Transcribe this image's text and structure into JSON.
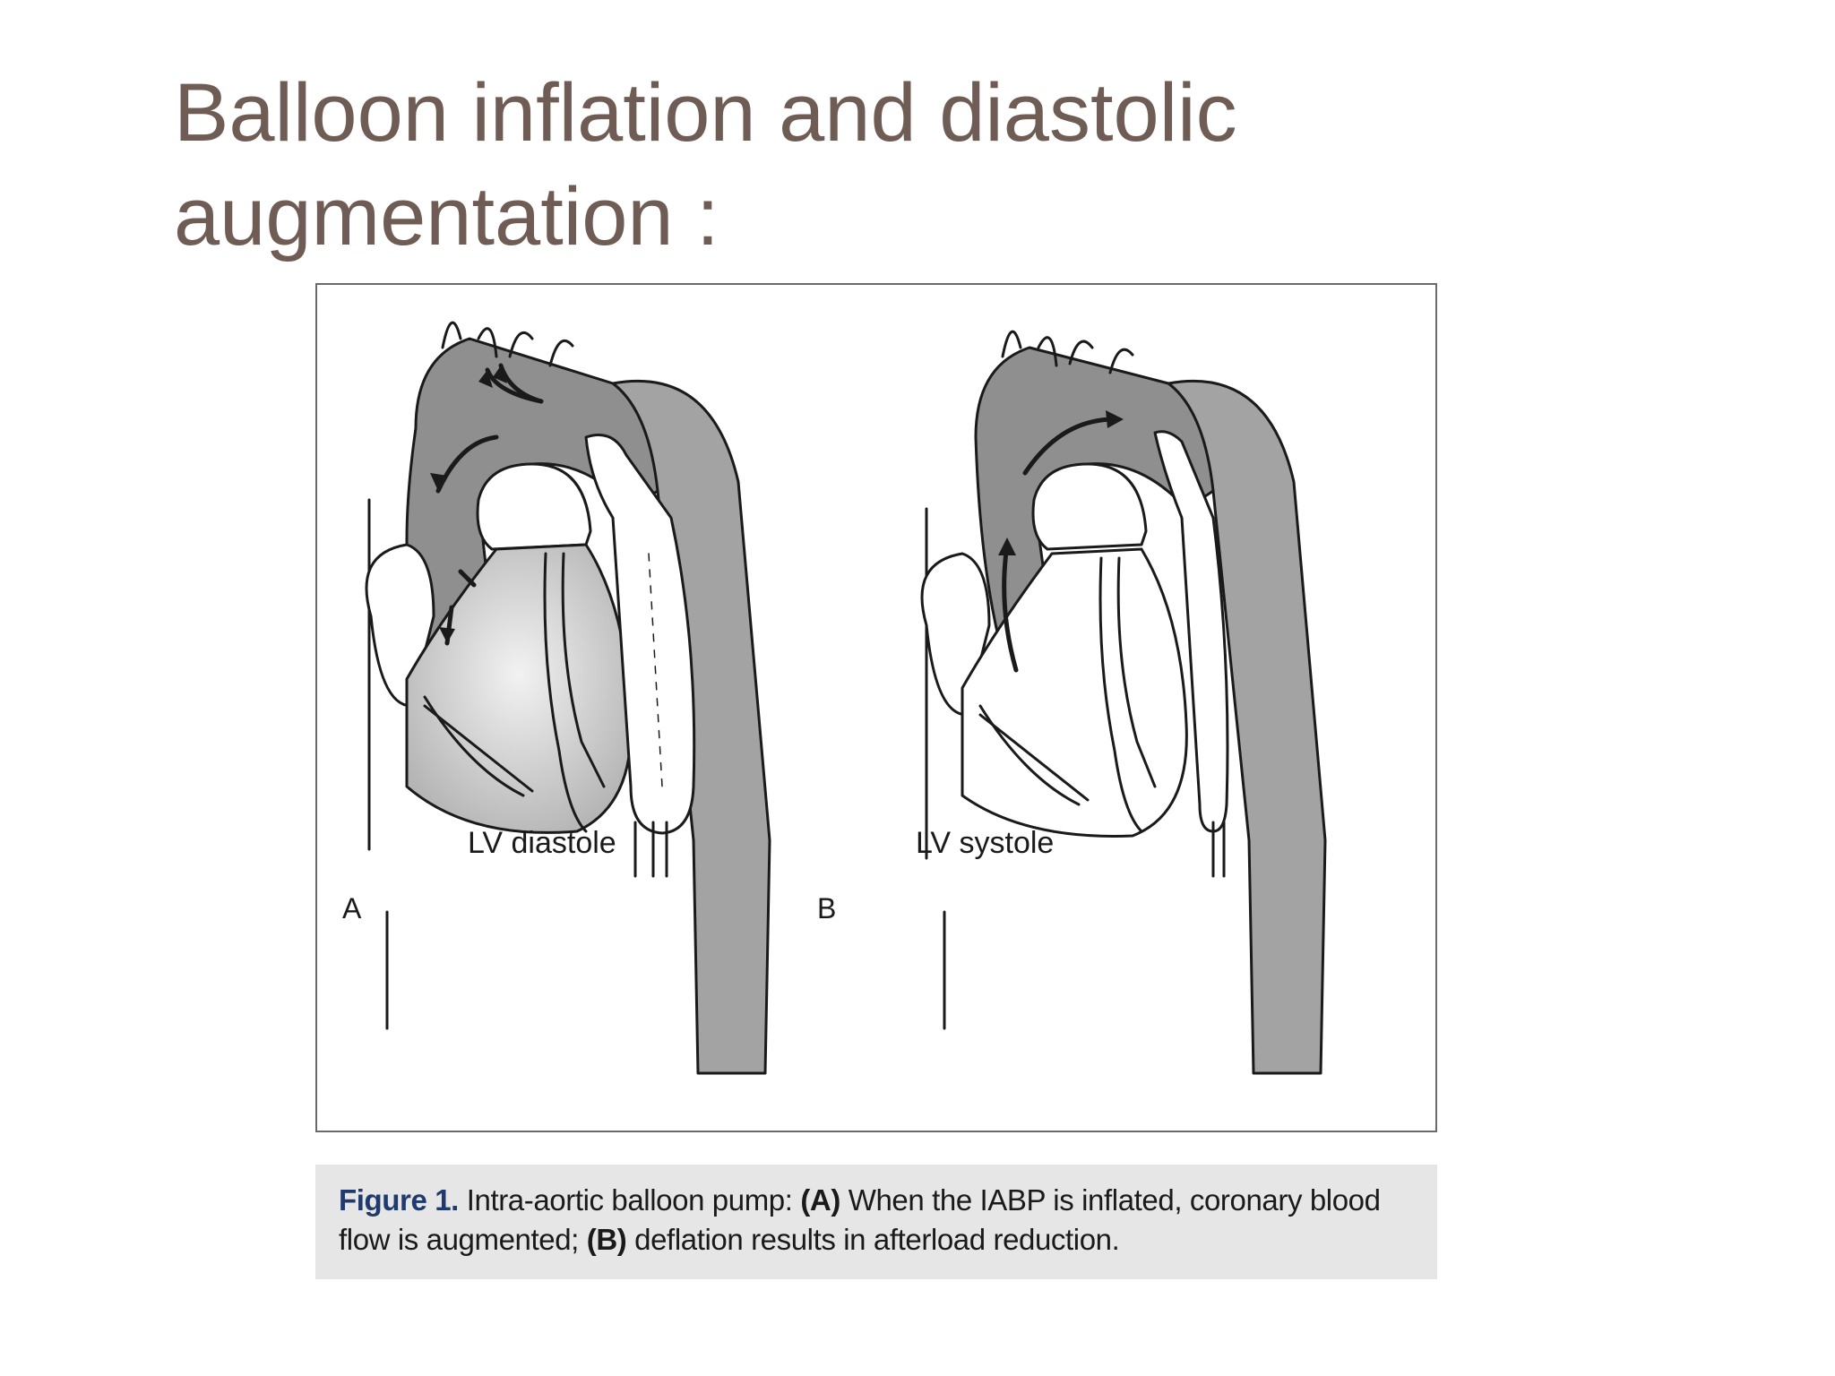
{
  "slide": {
    "title_line1": "Balloon inflation and diastolic",
    "title_line2": "augmentation :"
  },
  "figure": {
    "panels": [
      {
        "letter": "A",
        "label": "LV diastole"
      },
      {
        "letter": "B",
        "label": "LV systole"
      }
    ],
    "caption": {
      "figure_number": "Figure 1.",
      "part1": "Intra-aortic balloon pump:",
      "marker_a": "(A)",
      "part2": "When the IABP is inflated, coronary blood flow is augmented;",
      "marker_b": "(B)",
      "part3": "deflation results in afterload reduction."
    }
  },
  "colors": {
    "title": "#6f5d55",
    "blood_dark": "#8f8f8f",
    "blood_light": "#c4c4c4",
    "outline": "#1a1a1a",
    "caption_bg": "#e6e6e6",
    "figure_number": "#1f3a6b"
  }
}
